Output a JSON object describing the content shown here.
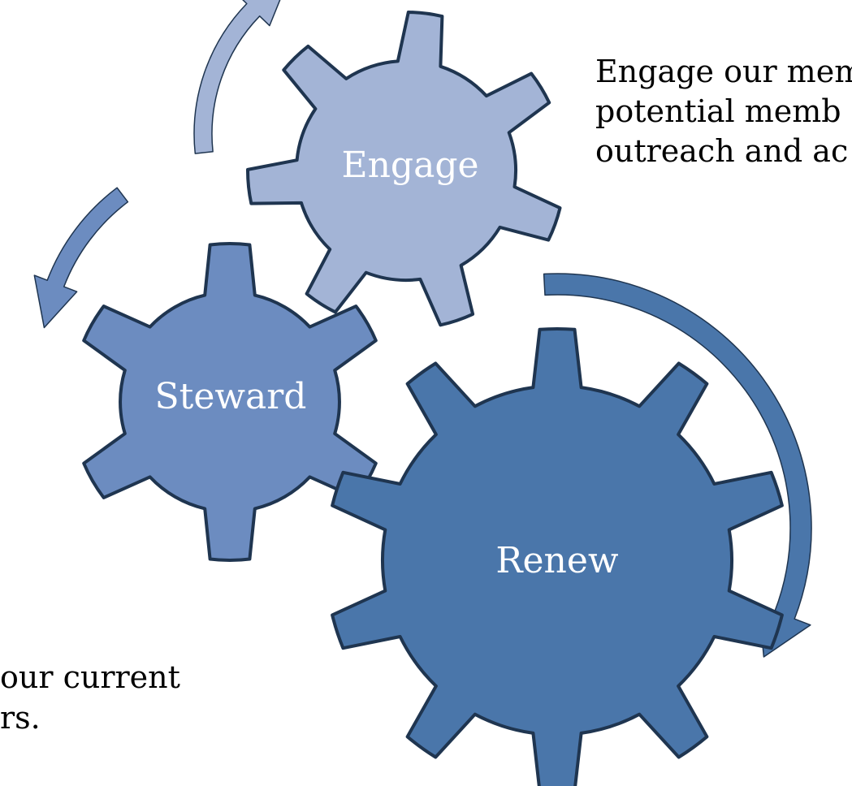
{
  "diagram": {
    "gears": [
      {
        "id": "engage",
        "label": "Engage",
        "color": "#a3b4d6",
        "teeth": 7,
        "outline": "#1f3550"
      },
      {
        "id": "steward",
        "label": "Steward",
        "color": "#6c8cc0",
        "teeth": 6,
        "outline": "#1f3550"
      },
      {
        "id": "renew",
        "label": "Renew",
        "color": "#4a76aa",
        "teeth": 10,
        "outline": "#1f3550"
      }
    ],
    "arrows": [
      {
        "id": "arrow-to-engage",
        "color": "#a3b4d6"
      },
      {
        "id": "arrow-to-steward",
        "color": "#6c8cc0"
      },
      {
        "id": "arrow-to-renew",
        "color": "#4a76aa"
      }
    ],
    "engage_text": {
      "lines": [
        "Engage our mem",
        "potential memb",
        "outreach and ac"
      ]
    },
    "steward_text": {
      "lines": [
        "our current",
        "rs."
      ]
    }
  }
}
